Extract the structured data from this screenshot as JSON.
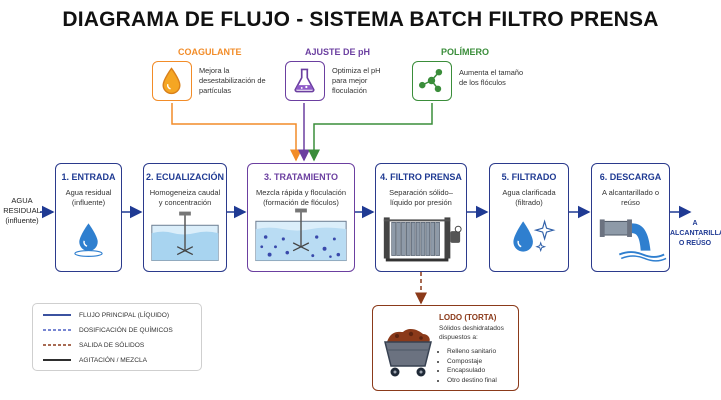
{
  "title": "DIAGRAMA DE FLUJO - SISTEMA BATCH FILTRO PRENSA",
  "inlet_label": "AGUA RESIDUAL (influente)",
  "outlet_label": "A ALCANTARILLADO O REÚSO",
  "chemicals": [
    {
      "name": "COAGULANTE",
      "desc": "Mejora la desestabilización de partículas",
      "color": "#f28c28",
      "icon": "drop-icon"
    },
    {
      "name": "AJUSTE DE pH",
      "desc": "Optimiza el pH para mejor floculación",
      "color": "#6b3fa0",
      "icon": "flask-icon"
    },
    {
      "name": "POLÍMERO",
      "desc": "Aumenta el tamaño de los flóculos",
      "color": "#3a8d3a",
      "icon": "molecule-icon"
    }
  ],
  "steps": [
    {
      "title": "1. ENTRADA",
      "desc": "Agua residual (influente)",
      "icon": "water-drop-icon"
    },
    {
      "title": "2. ECUALIZACIÓN",
      "desc": "Homogeneiza caudal y concentración",
      "icon": "mixing-tank-icon"
    },
    {
      "title": "3. TRATAMIENTO",
      "desc": "Mezcla rápida y floculación (formación de flóculos)",
      "icon": "flocculation-tank-icon"
    },
    {
      "title": "4. FILTRO PRENSA",
      "desc": "Separación sólido–líquido por presión",
      "icon": "filter-press-icon"
    },
    {
      "title": "5. FILTRADO",
      "desc": "Agua clarificada (filtrado)",
      "icon": "clean-water-icon"
    },
    {
      "title": "6. DESCARGA",
      "desc": "A alcantarillado o reúso",
      "icon": "discharge-pipe-icon"
    }
  ],
  "sludge": {
    "title": "LODO (TORTA)",
    "desc": "Sólidos deshidratados dispuestos a:",
    "items": [
      "Relleno sanitario",
      "Compostaje",
      "Encapsulado",
      "Otro destino final"
    ]
  },
  "legend": [
    {
      "label": "FLUJO PRINCIPAL (LÍQUIDO)",
      "color": "#1f3a93",
      "style": "solid"
    },
    {
      "label": "DOSIFICACIÓN DE QUÍMICOS",
      "color": "#4b5fc4",
      "style": "dashed"
    },
    {
      "label": "SALIDA DE SÓLIDOS",
      "color": "#8b3a1a",
      "style": "dashed"
    },
    {
      "label": "AGITACIÓN / MEZCLA",
      "color": "#111111",
      "style": "solid"
    }
  ]
}
